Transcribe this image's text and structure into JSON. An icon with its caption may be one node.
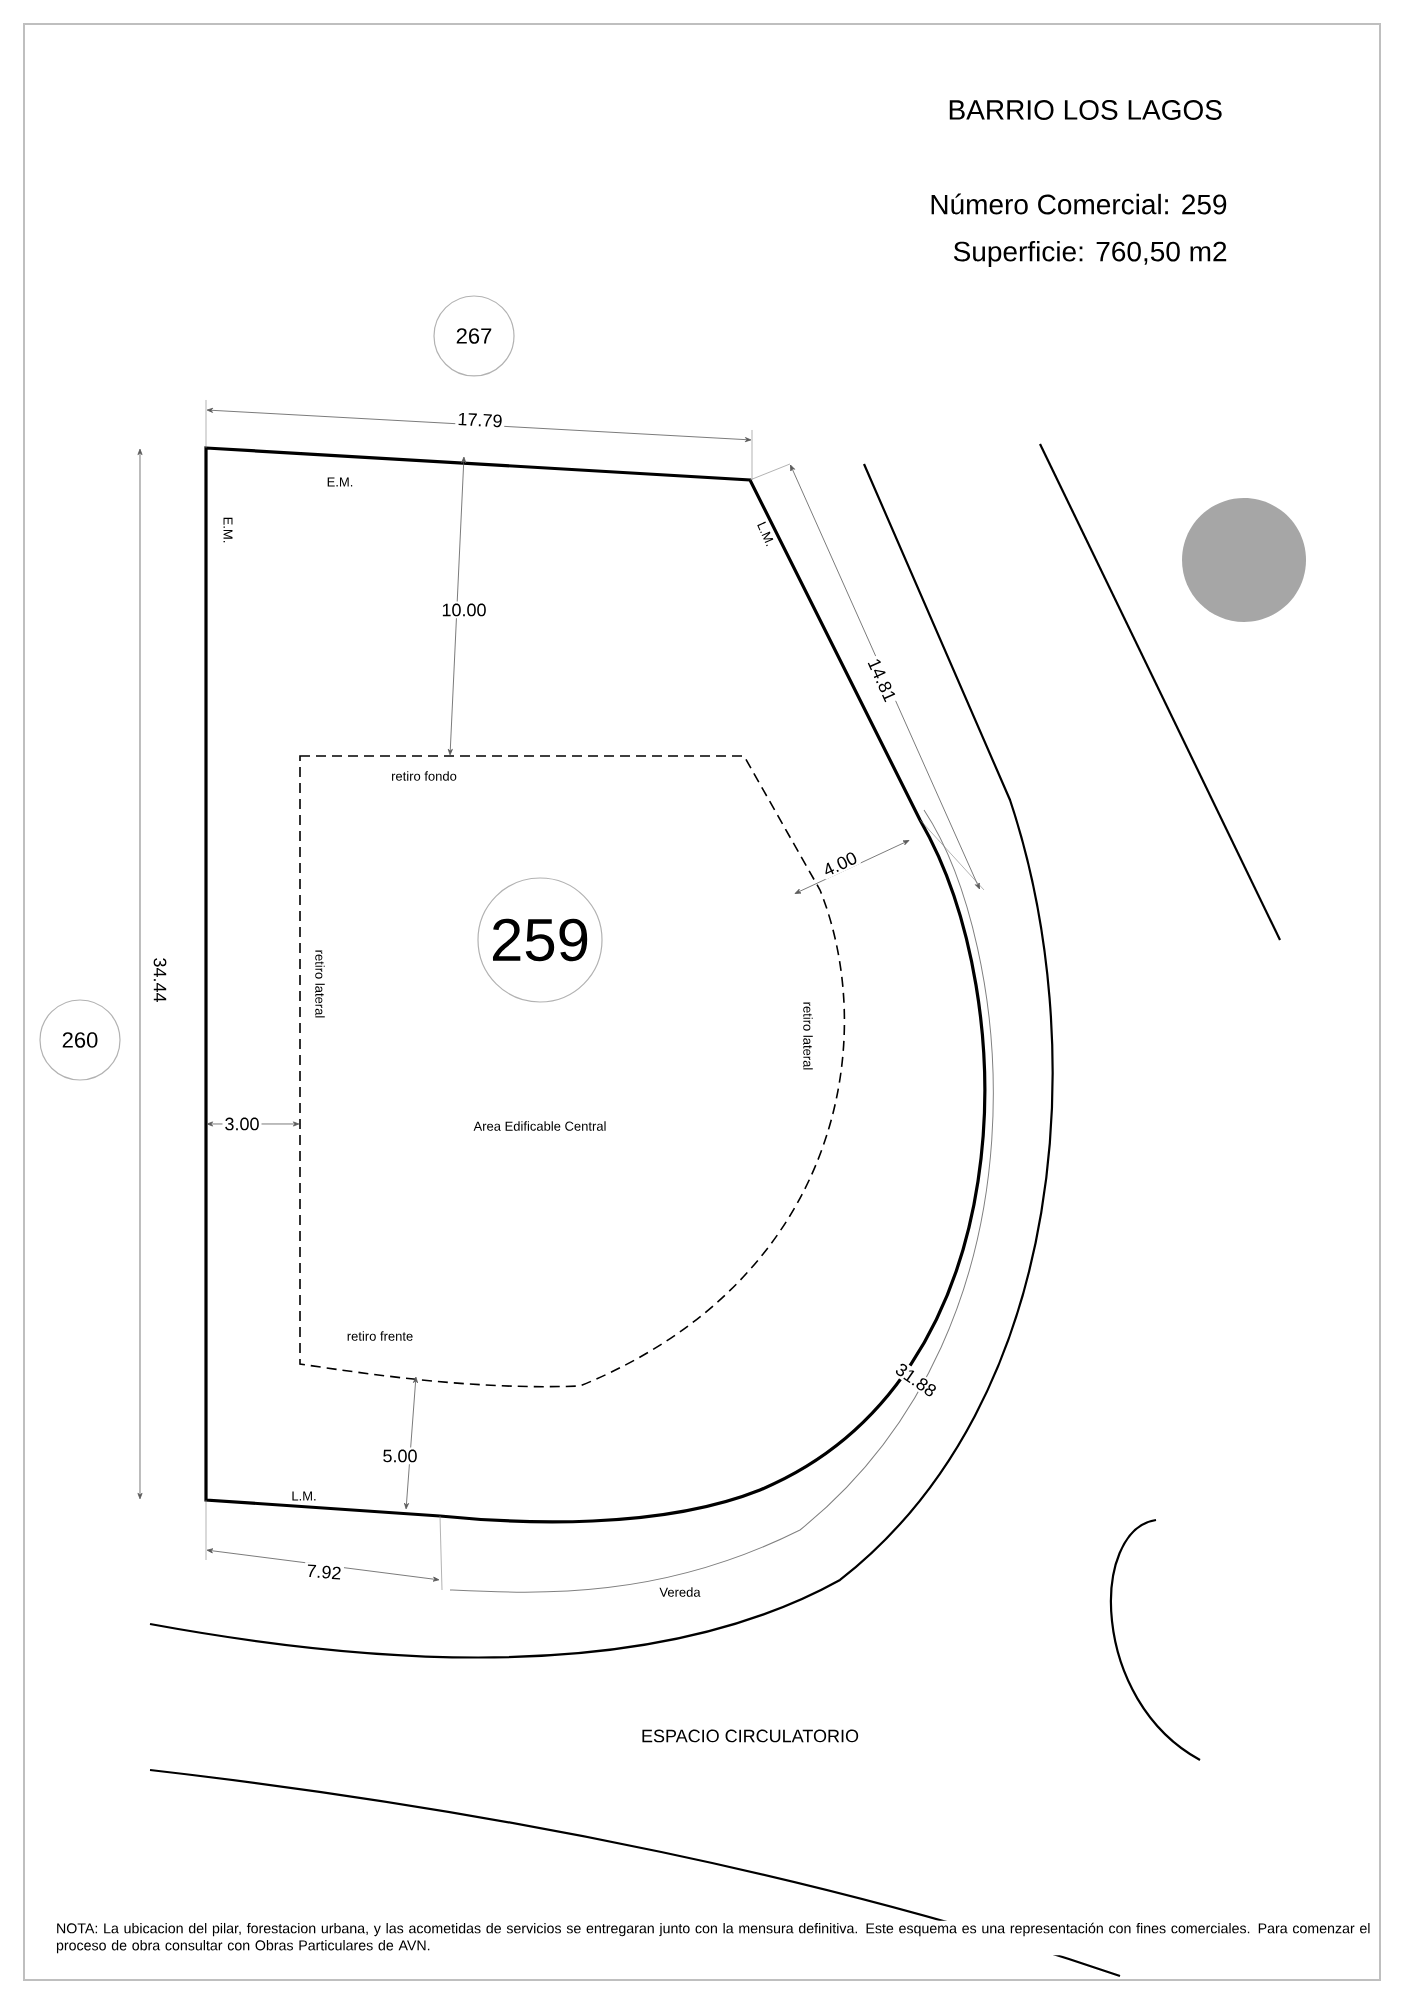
{
  "diagram": {
    "title": "BARRIO LOS LAGOS",
    "nodes": [
      {
        "text": [
          "267"
        ]
      },
      {
        "text": [
          "260"
        ]
      },
      {
        "text": [
          "259"
        ]
      }
    ],
    "labels": [
      "Número Comercial: 259",
      "Superficie: 760,50 m2",
      "17.79",
      "E.M.",
      "E.M.",
      "L.M.",
      "10.00",
      "14.81",
      "retiro fondo",
      "4.00",
      "retiro lateral",
      "retiro lateral",
      "34.44",
      "3.00",
      "Area Edificable Central",
      "retiro frente",
      "31.88",
      "5.00",
      "L.M.",
      "7.92",
      "Vereda",
      "ESPACIO CIRCULATORIO",
      "NOTA: La ubicacion del pilar, forestacion urbana, y las acometidas de servicios se entregaran junto con la mensura definitiva. Este esquema es una representación con fines comerciales. Para comenzar el proceso de obra consultar con Obras Particulares de AVN."
    ]
  }
}
